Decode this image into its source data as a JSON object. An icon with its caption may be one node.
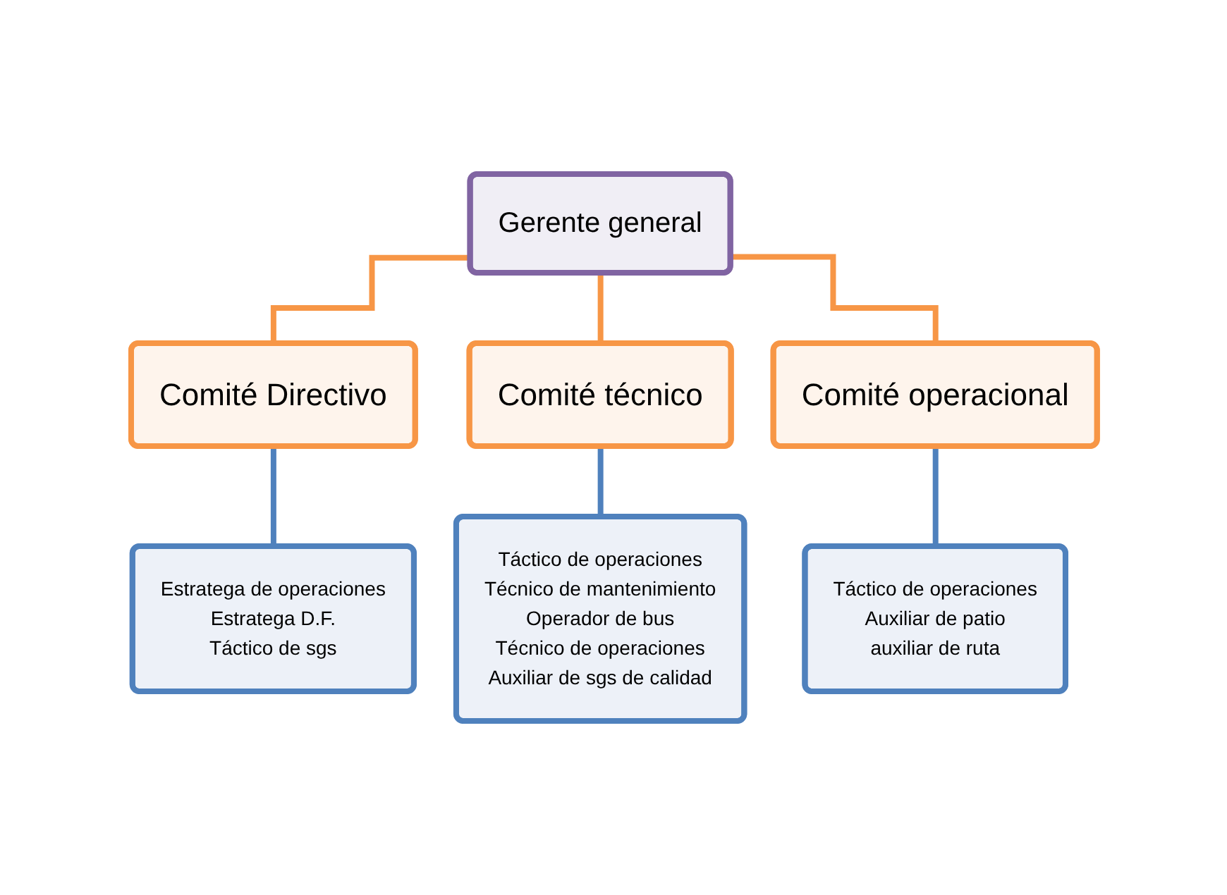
{
  "diagram": {
    "nodes": [
      {
        "text": [
          "Gerente  general"
        ]
      },
      {
        "text": [
          "Comité Directivo"
        ]
      },
      {
        "text": [
          "Comité técnico"
        ]
      },
      {
        "text": [
          "Comité operacional"
        ]
      },
      {
        "text": [
          "Estratega de operaciones",
          "Estratega D.F.",
          "Táctico de sgs"
        ]
      },
      {
        "text": [
          "Táctico de operaciones",
          "Técnico de mantenimiento",
          "Operador de bus",
          "Técnico de operaciones",
          "Auxiliar de sgs de calidad"
        ]
      },
      {
        "text": [
          "Táctico de operaciones",
          "Auxiliar de patio",
          "auxiliar de ruta"
        ]
      }
    ],
    "edges": [
      {
        "from": 0,
        "to": 1,
        "arrow": "none",
        "color": "#f79646"
      },
      {
        "from": 0,
        "to": 2,
        "arrow": "none",
        "color": "#f79646"
      },
      {
        "from": 0,
        "to": 3,
        "arrow": "none",
        "color": "#f79646"
      },
      {
        "from": 1,
        "to": 4,
        "arrow": "none",
        "color": "#4f81bd"
      },
      {
        "from": 2,
        "to": 5,
        "arrow": "none",
        "color": "#4f81bd"
      },
      {
        "from": 3,
        "to": 6,
        "arrow": "none",
        "color": "#4f81bd"
      }
    ]
  }
}
